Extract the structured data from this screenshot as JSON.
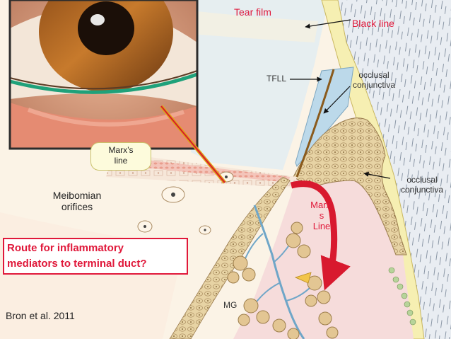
{
  "labels": {
    "tear_film": "Tear film",
    "black_line": "Black line",
    "tfll": "TFLL",
    "occlusal_top_1": "occlusal",
    "occlusal_top_2": "conjunctiva",
    "occlusal_right_1": "occlusal",
    "occlusal_right_2": "conjunctiva",
    "marx_bubble_1": "Marx’s",
    "marx_bubble_2": "line",
    "meibomian_1": "Meibomian",
    "meibomian_2": "orifices",
    "marx_red_1": "Marx’",
    "marx_red_2": "s",
    "marx_red_3": "Line",
    "mg": "MG",
    "route_1": "Route for inflammatory",
    "route_2": "mediators to terminal duct?",
    "citation": "Bron et al. 2011"
  },
  "colors": {
    "accent_red": "#e0183a",
    "sky_blue": "#cfe3ee",
    "conjunctiva_yellow": "#f6f0b5",
    "stroma_pink": "#f7e1e1",
    "epithelium_tan": "#e6d2a2",
    "photo_frame": "#2c2c2c"
  },
  "icons": [
    "eye-photo",
    "marx-line-pointer",
    "red-curved-arrow",
    "black-pointer-arrow"
  ]
}
